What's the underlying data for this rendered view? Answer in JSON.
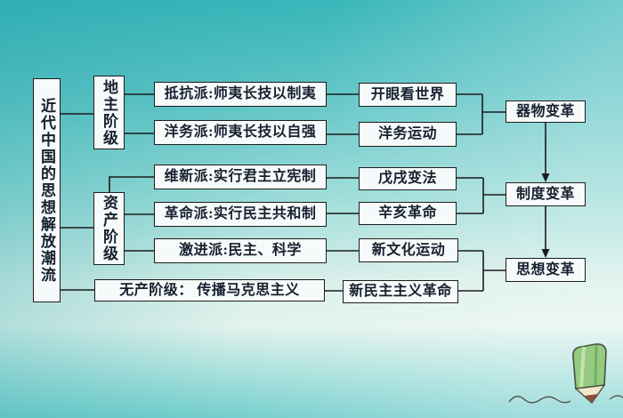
{
  "diagram": {
    "title": "近代中国的思想解放潮流",
    "root": {
      "label": "近代中国的思想解放潮流"
    },
    "classes": [
      {
        "id": "landlord",
        "label": "地主阶级"
      },
      {
        "id": "bourgeois",
        "label": "资产阶级"
      }
    ],
    "factions": [
      {
        "id": "resist",
        "label": "抵抗派:师夷长技以制夷"
      },
      {
        "id": "yangwu",
        "label": "洋务派:师夷长技以自强"
      },
      {
        "id": "reform",
        "label": "维新派:实行君主立宪制"
      },
      {
        "id": "revolution",
        "label": "革命派:实行民主共和制"
      },
      {
        "id": "radical",
        "label": "激进派:民主、科学"
      },
      {
        "id": "proletariat",
        "label": "无产阶级： 传播马克思主义"
      }
    ],
    "events": [
      {
        "id": "kaiyan",
        "label": "开眼看世界"
      },
      {
        "id": "yangwu-yundong",
        "label": "洋务运动"
      },
      {
        "id": "wuxu",
        "label": "戊戌变法"
      },
      {
        "id": "xinhai",
        "label": "辛亥革命"
      },
      {
        "id": "xinwenhua",
        "label": "新文化运动"
      },
      {
        "id": "xinminzhu",
        "label": "新民主主义革命"
      }
    ],
    "stages": [
      {
        "id": "qiwu",
        "label": "器物变革"
      },
      {
        "id": "zhidu",
        "label": "制度变革"
      },
      {
        "id": "sixiang",
        "label": "思想变革"
      }
    ],
    "edges": [
      {
        "from": "root",
        "to": "landlord"
      },
      {
        "from": "root",
        "to": "bourgeois"
      },
      {
        "from": "root",
        "to": "proletariat"
      },
      {
        "from": "landlord",
        "to": "resist"
      },
      {
        "from": "landlord",
        "to": "yangwu"
      },
      {
        "from": "bourgeois",
        "to": "reform"
      },
      {
        "from": "bourgeois",
        "to": "revolution"
      },
      {
        "from": "bourgeois",
        "to": "radical"
      },
      {
        "from": "resist",
        "to": "kaiyan"
      },
      {
        "from": "yangwu",
        "to": "yangwu-yundong"
      },
      {
        "from": "reform",
        "to": "wuxu"
      },
      {
        "from": "revolution",
        "to": "xinhai"
      },
      {
        "from": "radical",
        "to": "xinwenhua"
      },
      {
        "from": "proletariat",
        "to": "xinminzhu"
      },
      {
        "from": "kaiyan+yangwu-yundong",
        "to": "qiwu"
      },
      {
        "from": "wuxu+xinhai",
        "to": "zhidu"
      },
      {
        "from": "xinwenhua+xinminzhu",
        "to": "sixiang"
      },
      {
        "from": "qiwu",
        "to": "zhidu",
        "type": "arrow"
      },
      {
        "from": "zhidu",
        "to": "sixiang",
        "type": "arrow"
      }
    ]
  },
  "colors": {
    "background_top": "#38b6b9",
    "background_light": "#ddf2ee",
    "background_bottom": "#74cecd",
    "box_fill": "#f6fafa",
    "box_border": "#1d1d1d",
    "text": "#16202e",
    "line": "#1c1c1c",
    "pencil_green": "#94cb80",
    "pencil_wood": "#f3e7cb",
    "pencil_tip": "#8a4f38"
  }
}
